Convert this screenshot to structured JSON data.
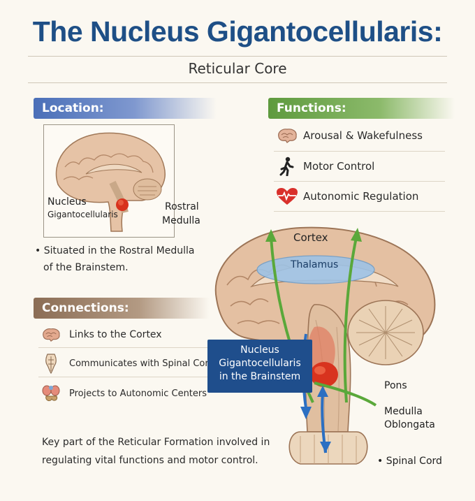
{
  "title": "The Nucleus Gigantocellularis:",
  "subtitle": "Reticular Core",
  "location": {
    "header": "Location:",
    "label_nucleus_line1": "Nucleus",
    "label_nucleus_line2": "Gigantocellularis",
    "label_rostral_line1": "Rostral",
    "label_rostral_line2": "Medulla",
    "bullet_line1": "• Situated in the Rostral Medulla",
    "bullet_line2": "of the Brainstem."
  },
  "functions": {
    "header": "Functions:",
    "items": [
      {
        "label": "Arousal & Wakefulness",
        "icon": "brain-icon"
      },
      {
        "label": "Motor Control",
        "icon": "walking-person-icon"
      },
      {
        "label": "Autonomic Regulation",
        "icon": "heart-pulse-icon"
      }
    ]
  },
  "connections": {
    "header": "Connections:",
    "items": [
      {
        "label": "Links to the Cortex",
        "icon": "brain-icon"
      },
      {
        "label": "Communicates with Spinal Cord",
        "icon": "spinal-cord-icon"
      },
      {
        "label": "Projects to Autonomic Centers",
        "icon": "organs-icon"
      }
    ]
  },
  "diagram": {
    "cortex": "Cortex",
    "thalamus": "Thalamus",
    "nucleus_line1": "Nucleus",
    "nucleus_line2": "Gigantocellularis",
    "nucleus_line3": "in the Brainstem",
    "pons": "Pons",
    "medulla_line1": "Medulla",
    "medulla_line2": "Oblongata",
    "spinal_cord": "• Spinal Cord"
  },
  "summary_line1": "Key part of the Reticular Formation involved in",
  "summary_line2": "regulating vital functions and motor control.",
  "colors": {
    "title_blue": "#1e4f86",
    "location_header": "#4a6fb8",
    "functions_header": "#5e9a3e",
    "connections_header": "#8b6d55",
    "nucleus_red": "#d8331e",
    "arrow_green": "#5aa83a",
    "arrow_blue": "#2b6fc2"
  }
}
